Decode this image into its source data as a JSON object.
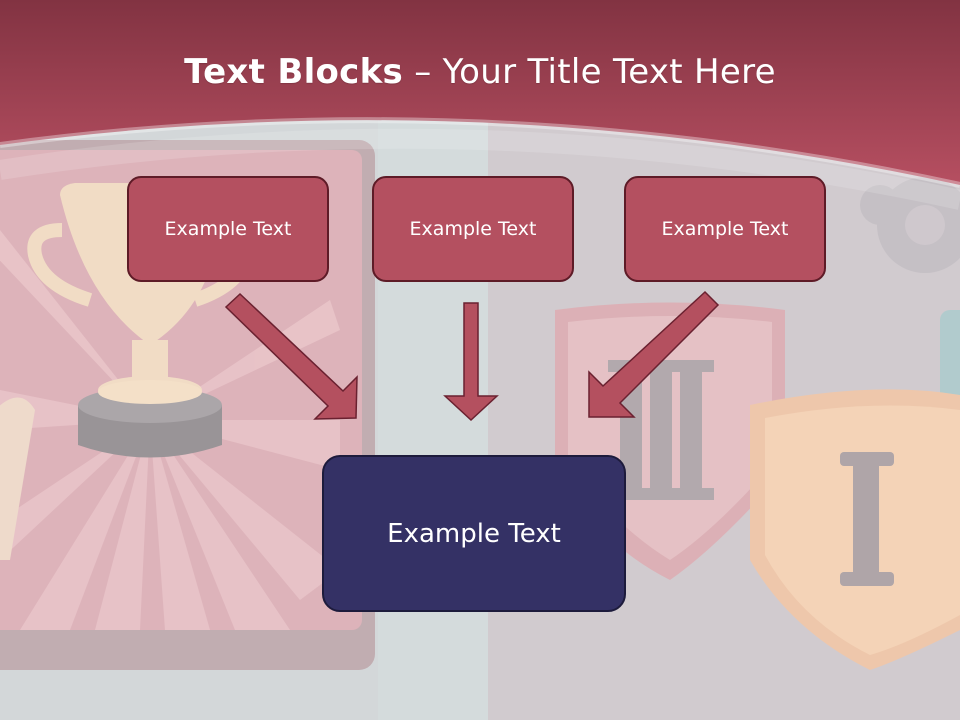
{
  "title": {
    "bold": "Text Blocks",
    "dash": " – ",
    "rest": "Your Title Text Here"
  },
  "boxes": {
    "left": "Example Text",
    "center": "Example Text",
    "right": "Example Text",
    "bottom": "Example Text"
  },
  "colors": {
    "header": "#b04c5d",
    "box_fill": "#b45060",
    "box_border": "#5e1b27",
    "arrow": "#b4505f",
    "bottom_box": "#343165"
  }
}
